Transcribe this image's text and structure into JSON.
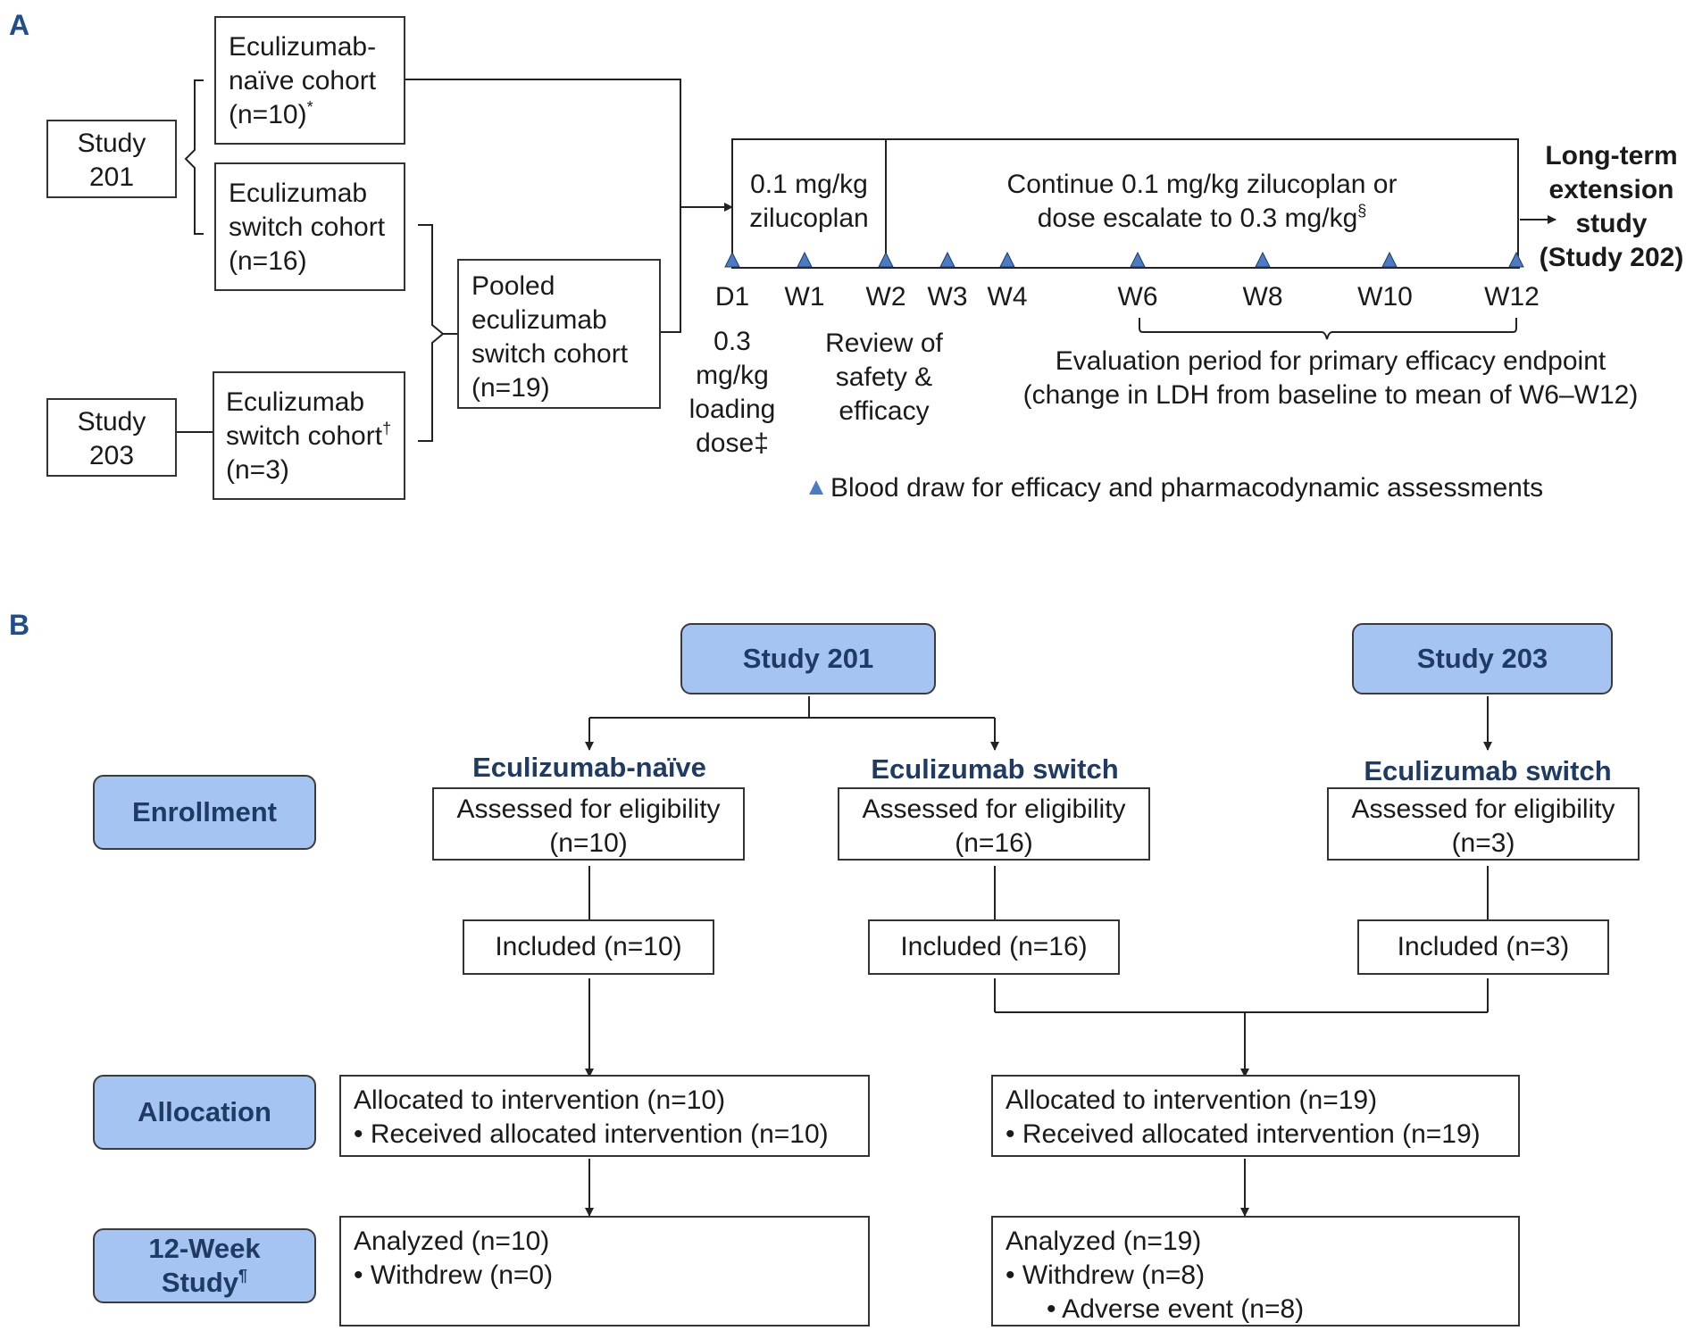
{
  "panel_a": {
    "label": "A",
    "study201": "Study 201",
    "study203": "Study 203",
    "naive_cohort": {
      "l1": "Eculizumab-",
      "l2": "naïve cohort",
      "l3": "(n=10)",
      "mark": "*"
    },
    "switch_cohort_201": {
      "l1": "Eculizumab",
      "l2": "switch cohort",
      "l3": "(n=16)"
    },
    "switch_cohort_203": {
      "l1": "Eculizumab",
      "l2": "switch cohort",
      "mark": "†",
      "l3": "(n=3)"
    },
    "pooled": {
      "l1": "Pooled",
      "l2": "eculizumab",
      "l3": "switch cohort",
      "l4": "(n=19)"
    },
    "phase1": {
      "l1": "0.1 mg/kg",
      "l2": "zilucoplan"
    },
    "phase2": {
      "l1": "Continue 0.1 mg/kg zilucoplan or",
      "l2": "dose escalate to 0.3 mg/kg",
      "mark": "§"
    },
    "extension": {
      "l1": "Long-term",
      "l2": "extension",
      "l3": "study",
      "l4": "(Study 202)"
    },
    "ticks": [
      "D1",
      "W1",
      "W2",
      "W3",
      "W4",
      "W6",
      "W8",
      "W10",
      "W12"
    ],
    "loading": {
      "l1": "0.3",
      "l2": "mg/kg",
      "l3": "loading",
      "l4": "dose",
      "mark": "‡"
    },
    "review": {
      "l1": "Review of",
      "l2": "safety &",
      "l3": "efficacy"
    },
    "evaluation": {
      "l1": "Evaluation period for primary efficacy endpoint",
      "l2": "(change in LDH from baseline to mean of W6–W12)"
    },
    "legend": "Blood draw for efficacy and pharmacodynamic assessments"
  },
  "panel_b": {
    "label": "B",
    "study201": "Study 201",
    "study203": "Study 203",
    "stage_enrollment": "Enrollment",
    "stage_allocation": "Allocation",
    "stage_12week": {
      "l1": "12-Week",
      "l2": "Study",
      "mark": "¶"
    },
    "col1_title": "Eculizumab-naïve",
    "col2_title": "Eculizumab switch",
    "col3_title": "Eculizumab switch",
    "assess1": {
      "l1": "Assessed for eligibility",
      "l2": "(n=10)"
    },
    "assess2": {
      "l1": "Assessed for eligibility",
      "l2": "(n=16)"
    },
    "assess3": {
      "l1": "Assessed for eligibility",
      "l2": "(n=3)"
    },
    "incl1": "Included (n=10)",
    "incl2": "Included (n=16)",
    "incl3": "Included (n=3)",
    "alloc1": {
      "l1": "Allocated to intervention (n=10)",
      "l2": "• Received allocated intervention (n=10)"
    },
    "alloc2": {
      "l1": "Allocated to intervention (n=19)",
      "l2": "• Received allocated intervention (n=19)"
    },
    "anal1": {
      "l1": "Analyzed (n=10)",
      "l2": "• Withdrew (n=0)"
    },
    "anal2": {
      "l1": "Analyzed (n=19)",
      "l2": "• Withdrew (n=8)",
      "l3": "• Adverse event (n=8)"
    }
  },
  "colors": {
    "stage_fill": "#a6c4f2",
    "panel_label": "#1e4e8c",
    "title_text": "#1f3b63",
    "marker": "#4a7bc4"
  }
}
